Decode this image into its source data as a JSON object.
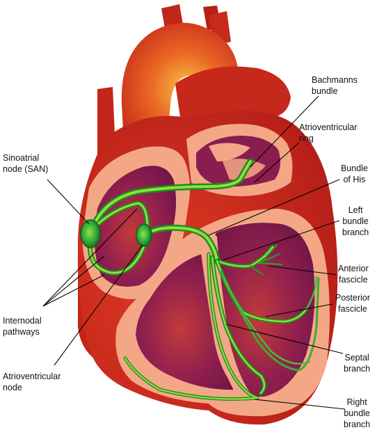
{
  "labels": {
    "sinoatrial": [
      "Sinoatrial",
      "node (SAN)"
    ],
    "internodal": [
      "Internodal",
      "pathways"
    ],
    "av_node": [
      "Atrioventricular",
      "node"
    ],
    "bachmann": [
      "Bachmanns",
      "bundle"
    ],
    "av_ring": [
      "Atrioventricular",
      "ring"
    ],
    "his": [
      "Bundle",
      "of His"
    ],
    "left_branch": [
      "Left",
      "bundle",
      "branch"
    ],
    "anterior": [
      "Anterior",
      "fascicle"
    ],
    "posterior": [
      "Posterior",
      "fascicle"
    ],
    "septal": [
      "Septal",
      "branch"
    ],
    "right_branch": [
      "Right",
      "bundle",
      "branch"
    ]
  },
  "colors": {
    "muscle": "#d5301e",
    "muscle_dark": "#a91c16",
    "aorta_highlight": "#f0b23a",
    "chamber_wall": "#f4a787",
    "chamber_inner": "#83184e",
    "conduction": "#7cd62c",
    "conduction_dark": "#1f8a22",
    "leader": "#000000"
  }
}
